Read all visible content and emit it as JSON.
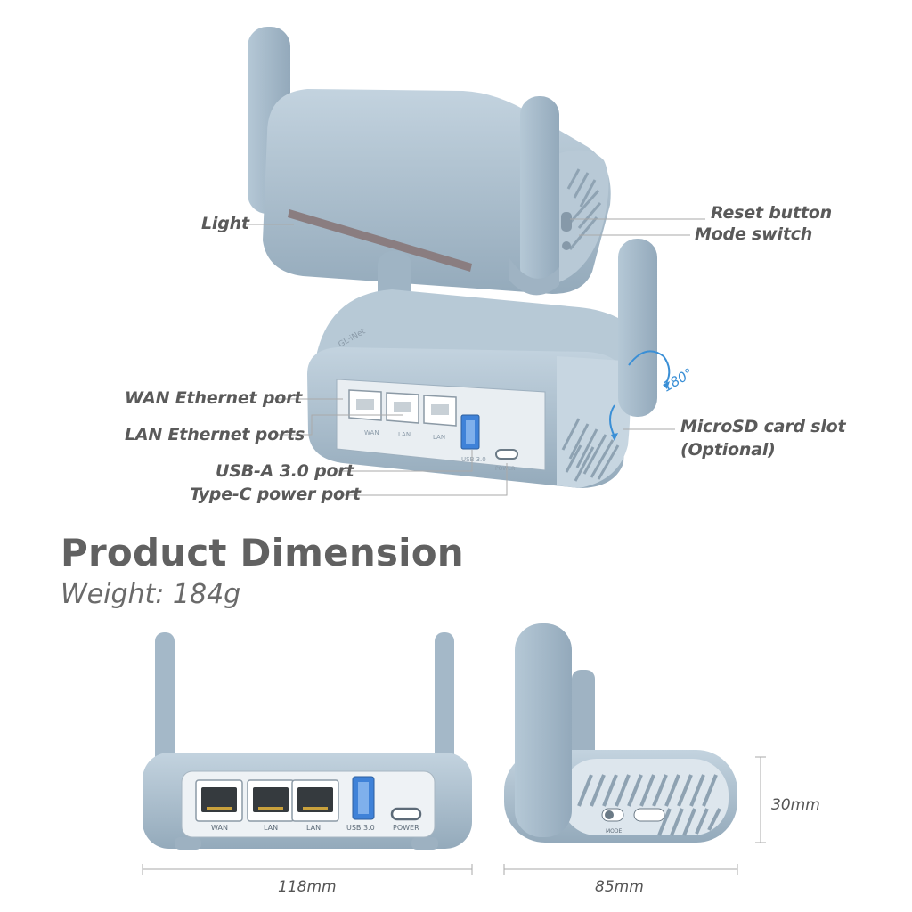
{
  "callouts": {
    "light": "Light",
    "reset_button": "Reset button",
    "mode_switch": "Mode switch",
    "wan_port": "WAN Ethernet port",
    "lan_ports": "LAN Ethernet ports",
    "usb_port": "USB-A 3.0 port",
    "typec_port": "Type-C power port",
    "microsd_line1": "MicroSD card slot",
    "microsd_line2": "(Optional)",
    "rotation": "180°"
  },
  "dimension": {
    "heading": "Product Dimension",
    "weight": "Weight: 184g",
    "width": "118mm",
    "depth": "85mm",
    "height": "30mm"
  },
  "port_labels": {
    "wan": "WAN",
    "lan": "LAN",
    "usb": "USB 3.0",
    "power": "POWER",
    "mode": "MODE"
  },
  "brand_mark": "GL·iNet",
  "colors": {
    "device_body": "#a9bdcd",
    "device_shade": "#8ea4b6",
    "device_highlight": "#c3d3df",
    "port_panel": "#eef2f5",
    "usb_blue": "#3f82d8",
    "rotation_arrow": "#3a8fd6",
    "callout_line": "#aaaaaa"
  }
}
